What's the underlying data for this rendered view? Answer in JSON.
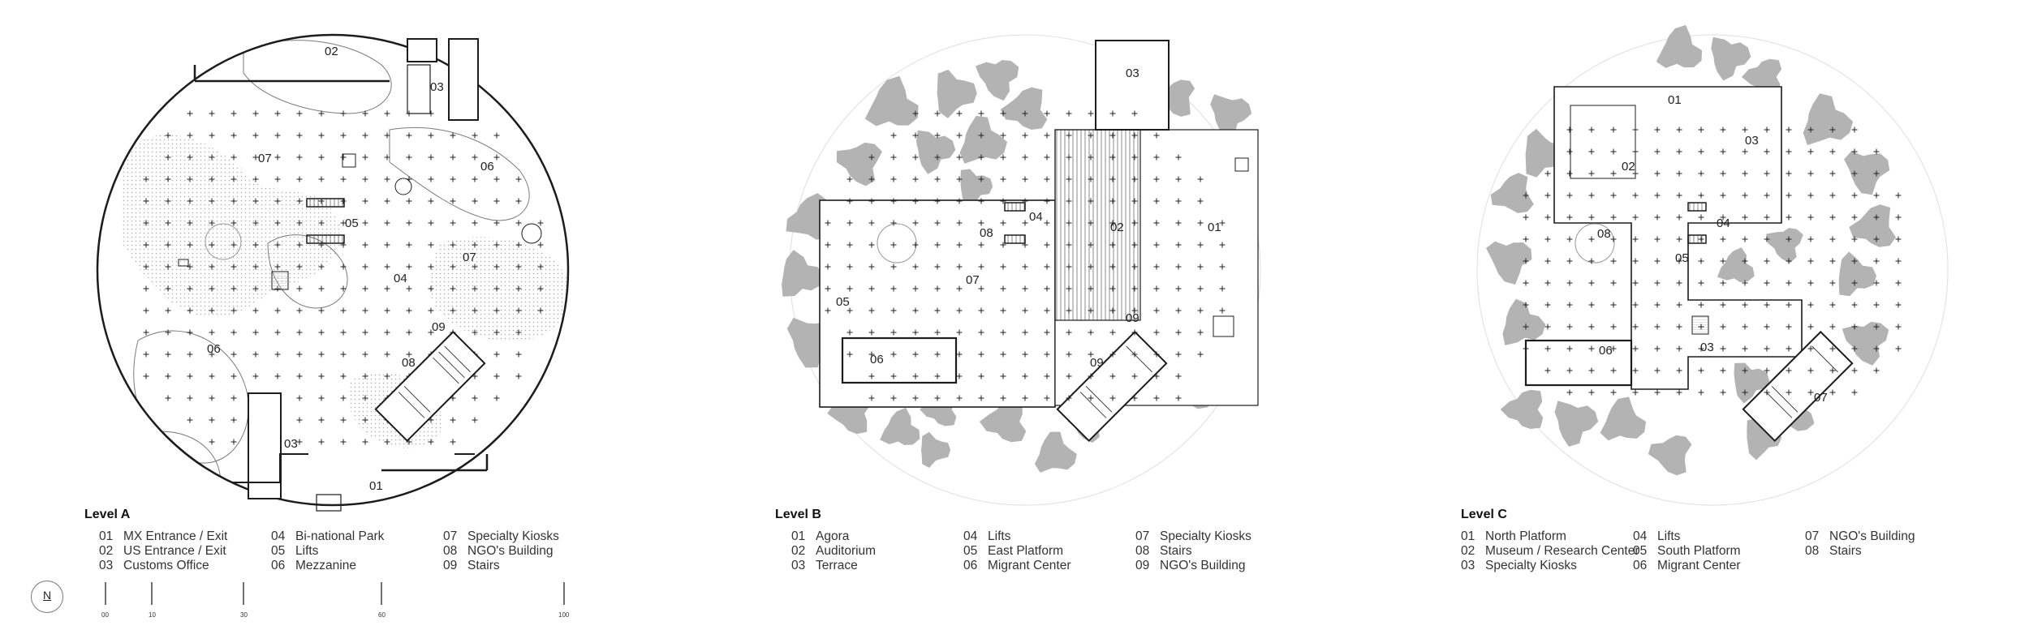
{
  "plans": [
    {
      "id": "a",
      "level_title": "Level A",
      "legend": [
        [
          "01",
          "MX Entrance / Exit"
        ],
        [
          "02",
          "US Entrance / Exit"
        ],
        [
          "03",
          "Customs Office"
        ],
        [
          "04",
          "Bi-national Park"
        ],
        [
          "05",
          "Lifts"
        ],
        [
          "06",
          "Mezzanine"
        ],
        [
          "07",
          "Specialty Kiosks"
        ],
        [
          "08",
          "NGO's Building"
        ],
        [
          "09",
          "Stairs"
        ]
      ],
      "labels": [
        "02",
        "03",
        "07",
        "06",
        "05",
        "04",
        "07",
        "09",
        "06",
        "08",
        "03",
        "01"
      ]
    },
    {
      "id": "b",
      "level_title": "Level B",
      "legend": [
        [
          "01",
          "Agora"
        ],
        [
          "02",
          "Auditorium"
        ],
        [
          "03",
          "Terrace"
        ],
        [
          "04",
          "Lifts"
        ],
        [
          "05",
          "East Platform"
        ],
        [
          "06",
          "Migrant Center"
        ],
        [
          "07",
          "Specialty Kiosks"
        ],
        [
          "08",
          "Stairs"
        ],
        [
          "09",
          "NGO's Building"
        ]
      ],
      "labels": [
        "03",
        "04",
        "02",
        "01",
        "08",
        "07",
        "05",
        "09",
        "06",
        "09"
      ]
    },
    {
      "id": "c",
      "level_title": "Level C",
      "legend": [
        [
          "01",
          "North Platform"
        ],
        [
          "02",
          "Museum / Research Center"
        ],
        [
          "03",
          "Specialty Kiosks"
        ],
        [
          "04",
          "Lifts"
        ],
        [
          "05",
          "South Platform"
        ],
        [
          "06",
          "Migrant Center"
        ],
        [
          "07",
          "NGO's Building"
        ],
        [
          "08",
          "Stairs"
        ]
      ],
      "labels": [
        "01",
        "02",
        "03",
        "04",
        "08",
        "05",
        "03",
        "06",
        "07"
      ]
    }
  ],
  "north_label": "N",
  "scale_ticks": [
    "00",
    "10",
    "30",
    "60",
    "100"
  ],
  "colors": {
    "tree": "#b3b3b3",
    "line": "#1c1c1c",
    "grid_mark": "#222222",
    "ghost_circle": "#e4e4e4"
  }
}
